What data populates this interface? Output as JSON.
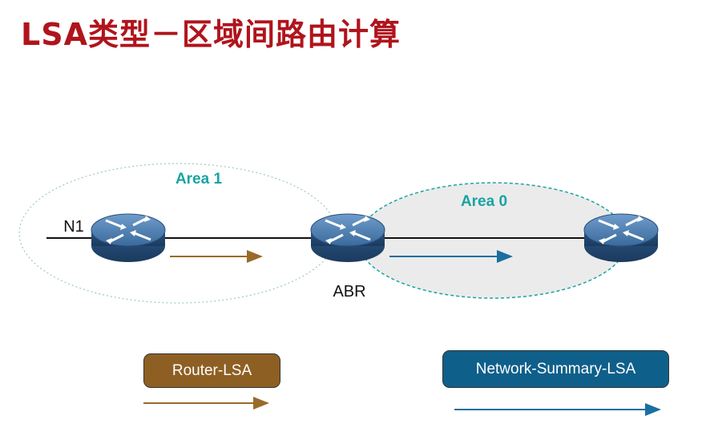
{
  "title": "LSA类型－区域间路由计算",
  "areas": {
    "area1_label": "Area 1",
    "area0_label": "Area 0"
  },
  "nodes": {
    "network_label": "N1",
    "abr_label": "ABR"
  },
  "legend": {
    "router_lsa": "Router-LSA",
    "network_summary_lsa": "Network-Summary-LSA"
  },
  "colors": {
    "title": "#b0141c",
    "area_label": "#1aa3a3",
    "router_lsa": "#8e5f23",
    "summary_lsa": "#0f5f8b",
    "router_lsa_arrow": "#9a6a2a",
    "summary_lsa_arrow": "#1a6fa0",
    "router_body": "#2e5f8f"
  },
  "icons": [
    "router-icon"
  ]
}
